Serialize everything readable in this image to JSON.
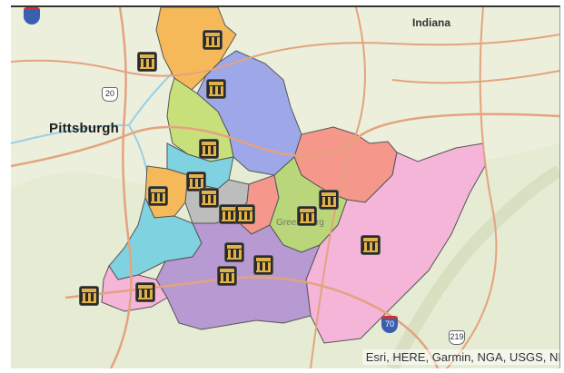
{
  "map": {
    "labels": {
      "pittsburgh": "Pittsburgh",
      "indiana": "Indiana",
      "nearby": "Greensburg"
    },
    "attribution": "Esri, HERE, Garmin, NGA, USGS, NI",
    "route_shields": {
      "us_route": "20",
      "interstate": "70",
      "us_route_south": "219"
    },
    "marker_icon": "courthouse-icon",
    "region_colors": {
      "orange": "#f6b95a",
      "periwinkle": "#9ea8e8",
      "lime": "#c8e07a",
      "salmon": "#f5978a",
      "pink": "#f4b5d9",
      "cyan": "#7fd3e0",
      "purple": "#b79ad2",
      "gray": "#bdbdbd",
      "olive": "#b9d67a"
    },
    "base_colors": {
      "land": "#ecefdc",
      "road": "#e4a37e",
      "river": "#9ad0e6",
      "boundary": "#555555"
    }
  }
}
